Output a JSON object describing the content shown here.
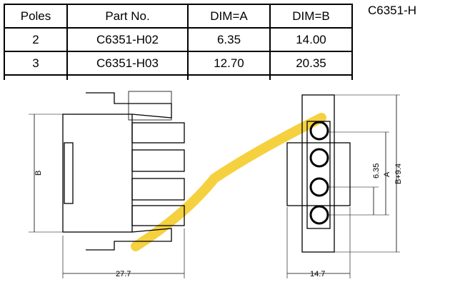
{
  "series_label": "C6351-H",
  "table": {
    "headers": [
      "Poles",
      "Part No.",
      "DIM=A",
      "DIM=B"
    ],
    "rows": [
      [
        "2",
        "C6351-H02",
        "6.35",
        "14.00"
      ],
      [
        "3",
        "C6351-H03",
        "12.70",
        "20.35"
      ]
    ]
  },
  "dimensions": {
    "side_height": "B",
    "side_width": "27.7",
    "front_width": "14.7",
    "pitch": "6.35",
    "span": "A",
    "total_height": "B+9.4"
  },
  "colors": {
    "line": "#000000",
    "watermark": "#f2c200"
  }
}
